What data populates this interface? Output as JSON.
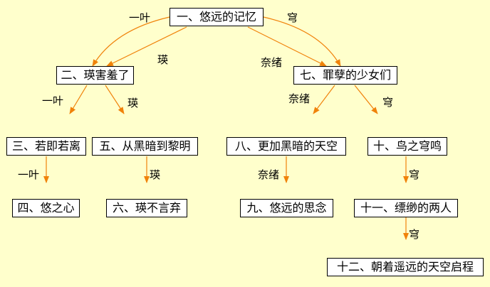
{
  "nodes": {
    "n1": "一、悠远的记忆",
    "n2": "二、瑛害羞了",
    "n3": "三、若即若离",
    "n4": "四、悠之心",
    "n5": "五、从黑暗到黎明",
    "n6": "六、瑛不言弃",
    "n7": "七、罪孽的少女们",
    "n8": "八、更加黑暗的天空",
    "n9": "九、悠远的思念",
    "n10": "十、鸟之穹鸣",
    "n11": "十一、缥缈的两人",
    "n12": "十二、朝着遥远的天空启程"
  },
  "edge_labels": {
    "kazuha": "一叶",
    "akira": "瑛",
    "nao": "奈绪",
    "sora": "穹"
  },
  "colors": {
    "background": "#FFFFCC",
    "arrow": "#F0820A",
    "node_fill": "#FFFFFF",
    "node_border": "#000000"
  }
}
